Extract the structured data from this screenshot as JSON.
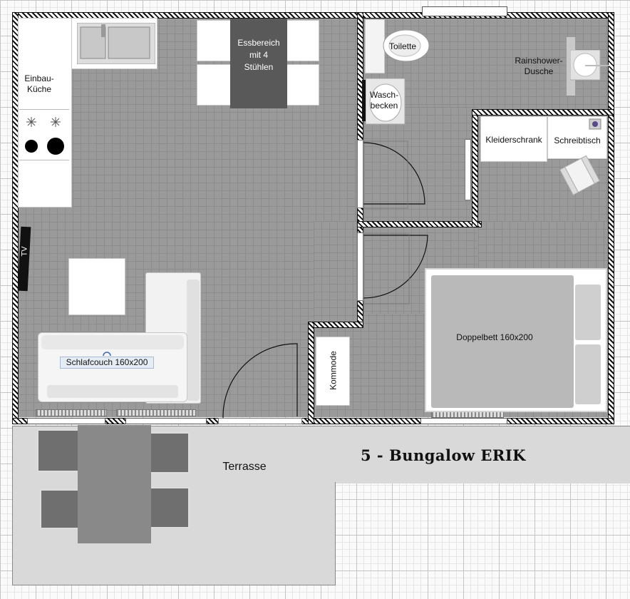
{
  "labels": {
    "essbereich": "Essbereich\nmit 4\nStühlen",
    "einbaukueche": "Einbau-\nKüche",
    "tv": "TV",
    "schlafcouch": "Schlafcouch 160x200",
    "toilette": "Toilette",
    "waschbecken": "Wasch-\nbecken",
    "rainshower": "Rainshower-\nDusche",
    "kleiderschrank": "Kleiderschrank",
    "schreibtisch": "Schreibtisch",
    "doppelbett": "Doppelbett 160x200",
    "kommode": "Kommode",
    "terrasse": "Terrasse",
    "title": "5 - Bungalow ERIK"
  },
  "icons": [
    "stove-burner-icon",
    "shower-head-icon",
    "sink-icon",
    "toilet-icon",
    "lamp-icon"
  ],
  "colors": {
    "floor": "#9a9a9a",
    "dining_table": "#595959",
    "terrace": "#d9d9d9",
    "bed": "#b9b9b9",
    "wall_hatch": "#111111"
  }
}
